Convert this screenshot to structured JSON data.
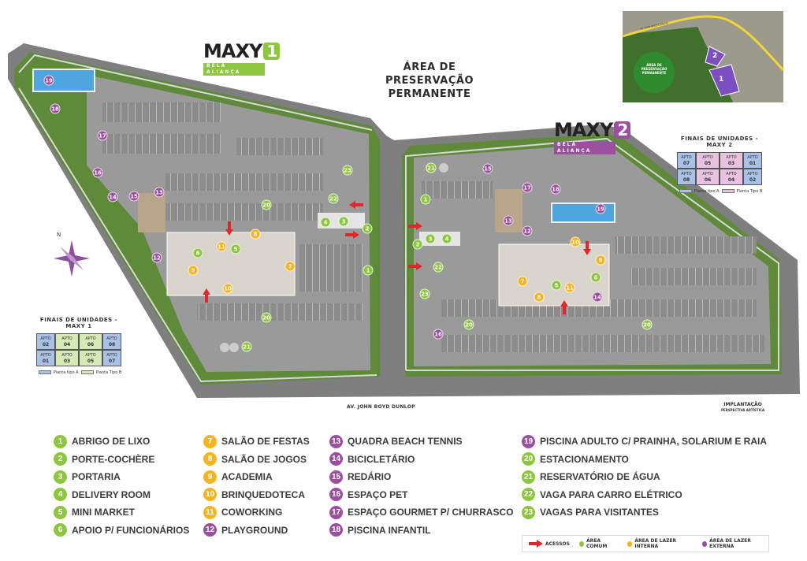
{
  "header": {
    "preservation_area": [
      "ÁREA DE",
      "PRESERVAÇÃO",
      "PERMANENTE"
    ],
    "logo1": {
      "name": "MAXY",
      "number": "1",
      "subtitle": "BELA ALIANÇA",
      "color": "#8dc63f"
    },
    "logo2": {
      "name": "MAXY",
      "number": "2",
      "subtitle": "BELA ALIANÇA",
      "color": "#9b4f9e"
    }
  },
  "inset_map": {
    "label": [
      "ÁREA DE",
      "PRESERVAÇÃO",
      "PERMANENTE"
    ],
    "lot1": "1",
    "lot2": "2",
    "road": "AV. JOHN BOYD DUNLOP"
  },
  "compass": {
    "north": "N"
  },
  "units_maxy1": {
    "title": "FINAIS DE UNIDADES - MAXY 1",
    "apto_label": "APTO",
    "top": [
      "02",
      "04",
      "06",
      "08"
    ],
    "bottom": [
      "01",
      "03",
      "05",
      "07"
    ],
    "key_a": "Planta tipo A",
    "key_b": "Planta Tipo B"
  },
  "units_maxy2": {
    "title": "FINAIS DE UNIDADES - MAXY 2",
    "apto_label": "APTO",
    "top": [
      "07",
      "05",
      "03",
      "01"
    ],
    "bottom": [
      "08",
      "06",
      "04",
      "02"
    ],
    "key_a": "Planta tipo A",
    "key_b": "Planta Tipo B"
  },
  "road_label": "AV. JOHN BOYD DUNLOP",
  "implantacao": {
    "title": "IMPLANTAÇÃO",
    "subtitle": "PERSPECTIVA ARTÍSTICA"
  },
  "colors": {
    "comum": "#8dc63f",
    "lazer_interna": "#f6b422",
    "lazer_externa": "#9b4f9e",
    "acesso": "#e3262c"
  },
  "legend": {
    "items": [
      {
        "num": "1",
        "label": "ABRIGO DE LIXO",
        "type": "comum"
      },
      {
        "num": "2",
        "label": "PORTE-COCHÈRE",
        "type": "comum"
      },
      {
        "num": "3",
        "label": "PORTARIA",
        "type": "comum"
      },
      {
        "num": "4",
        "label": "DELIVERY ROOM",
        "type": "comum"
      },
      {
        "num": "5",
        "label": "MINI MARKET",
        "type": "comum"
      },
      {
        "num": "6",
        "label": "APOIO P/ FUNCIONÁRIOS",
        "type": "comum"
      },
      {
        "num": "7",
        "label": "SALÃO DE FESTAS",
        "type": "interna"
      },
      {
        "num": "8",
        "label": "SALÃO DE JOGOS",
        "type": "interna"
      },
      {
        "num": "9",
        "label": "ACADEMIA",
        "type": "interna"
      },
      {
        "num": "10",
        "label": "BRINQUEDOTECA",
        "type": "interna"
      },
      {
        "num": "11",
        "label": "COWORKING",
        "type": "interna"
      },
      {
        "num": "12",
        "label": "PLAYGROUND",
        "type": "externa"
      },
      {
        "num": "13",
        "label": "QUADRA BEACH TENNIS",
        "type": "externa"
      },
      {
        "num": "14",
        "label": "BICICLETÁRIO",
        "type": "externa"
      },
      {
        "num": "15",
        "label": "REDÁRIO",
        "type": "externa"
      },
      {
        "num": "16",
        "label": "ESPAÇO PET",
        "type": "externa"
      },
      {
        "num": "17",
        "label": "ESPAÇO GOURMET P/ CHURRASCO",
        "type": "externa"
      },
      {
        "num": "18",
        "label": "PISCINA INFANTIL",
        "type": "externa"
      },
      {
        "num": "19",
        "label": "PISCINA ADULTO C/ PRAINHA, SOLARIUM E RAIA",
        "type": "externa"
      },
      {
        "num": "20",
        "label": "ESTACIONAMENTO",
        "type": "comum"
      },
      {
        "num": "21",
        "label": "RESERVATÓRIO DE ÁGUA",
        "type": "comum"
      },
      {
        "num": "22",
        "label": "VAGA PARA CARRO ELÉTRICO",
        "type": "comum"
      },
      {
        "num": "23",
        "label": "VAGAS PARA VISITANTES",
        "type": "comum"
      }
    ]
  },
  "key": {
    "acessos": "ACESSOS",
    "comum": "ÁREA COMUM",
    "interna": "ÁREA DE LAZER INTERNA",
    "externa": "ÁREA DE LAZER EXTERNA"
  }
}
